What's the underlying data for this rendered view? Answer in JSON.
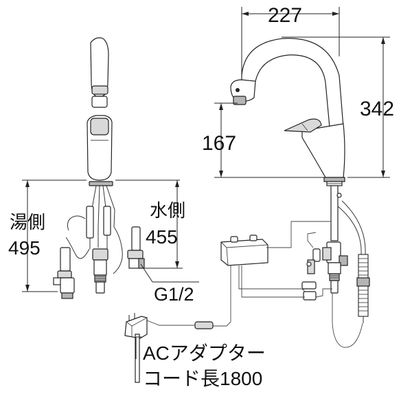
{
  "dimensions": {
    "spout_reach": "227",
    "total_height": "342",
    "spout_height": "167",
    "hot_side_label": "湯側",
    "hot_side_length": "495",
    "cold_side_label": "水側",
    "cold_side_length": "455",
    "thread": "G1/2"
  },
  "callout": {
    "line1": "ACアダプター",
    "line2": "コード長1800"
  }
}
